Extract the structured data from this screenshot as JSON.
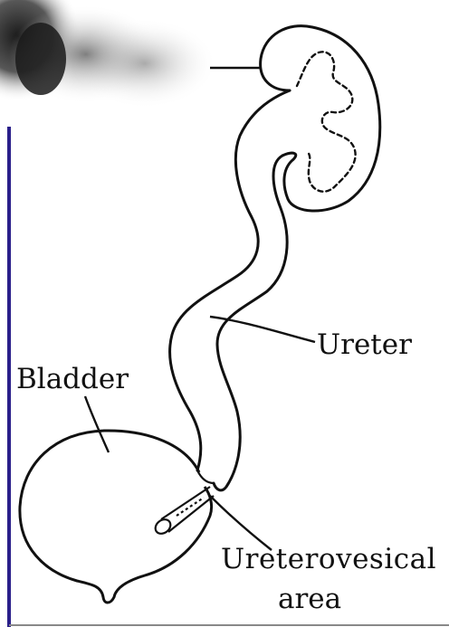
{
  "diagram": {
    "labels": {
      "bladder": "Bladder",
      "ureter": "Ureter",
      "ureterovesical_line1": "Ureterovesical",
      "ureterovesical_line2": "area"
    },
    "colors": {
      "stroke": "#111111",
      "frame_line": "#2a1f8a",
      "photo_dark": "#222222"
    }
  }
}
